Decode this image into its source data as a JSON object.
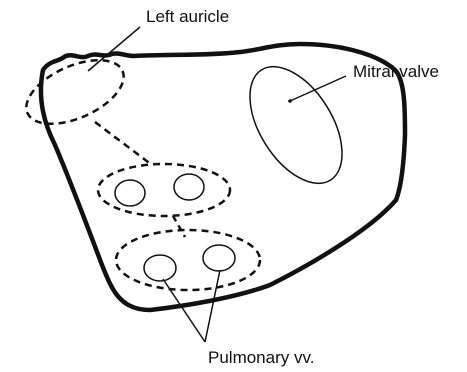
{
  "diagram": {
    "labels": {
      "left_auricle": "Left auricle",
      "mitral_valve": "Mitral valve",
      "pulmonary_vv": "Pulmonary vv."
    },
    "colors": {
      "stroke": "#111111",
      "background": "#ffffff"
    }
  }
}
